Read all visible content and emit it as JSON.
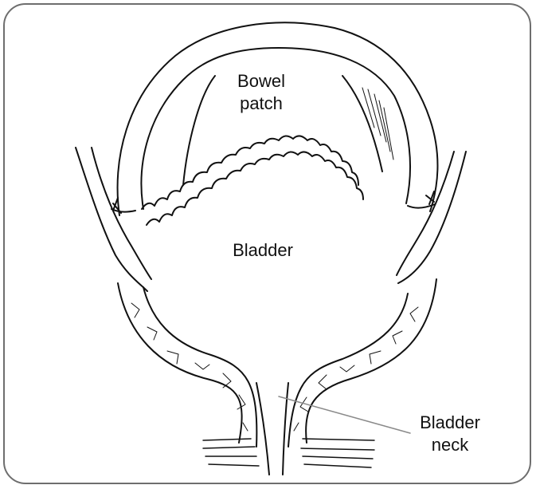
{
  "labels": {
    "bowel_patch_line1": "Bowel",
    "bowel_patch_line2": "patch",
    "bladder": "Bladder",
    "bladder_neck_line1": "Bladder",
    "bladder_neck_line2": "neck"
  },
  "colors": {
    "ink": "#111111",
    "frame": "#6e6e6e",
    "leader": "#8a8a8a"
  }
}
